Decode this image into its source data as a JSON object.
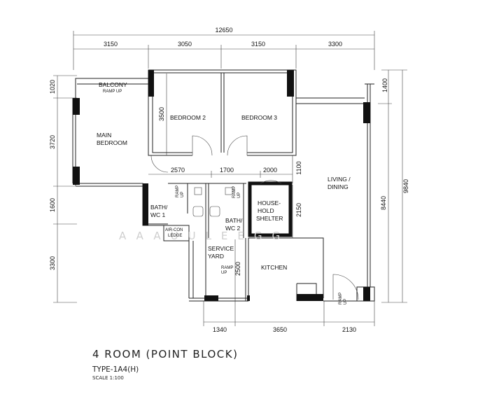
{
  "dimensions": {
    "overall_width": "12650",
    "top_segments": [
      "3150",
      "3050",
      "3150",
      "3300"
    ],
    "left_segments": [
      "1020",
      "3720",
      "1600",
      "3300"
    ],
    "right_outer": "9840",
    "right_inner": "8440",
    "right_top": "1400",
    "bottom_segments": [
      "1340",
      "3650",
      "2130"
    ],
    "bedroom2_height": "3500",
    "corridor_a": "2570",
    "corridor_b": "1700",
    "corridor_c": "2000",
    "corridor_d": "1100",
    "shelter_height": "2150",
    "kitchen_height": "2500"
  },
  "rooms": {
    "balcony": "BALCONY",
    "main_bedroom": [
      "MAIN",
      "BEDROOM"
    ],
    "bedroom2": "BEDROOM 2",
    "bedroom3": "BEDROOM 3",
    "living": [
      "LIVING /",
      "DINING"
    ],
    "bath1": [
      "BATH/",
      "WC 1"
    ],
    "bath2": [
      "BATH/",
      "WC 2"
    ],
    "shelter": [
      "HOUSE-",
      "HOLD",
      "SHELTER"
    ],
    "aircon": [
      "AIR-CON",
      "LEDGE"
    ],
    "service": [
      "SERVICE",
      "YARD"
    ],
    "kitchen": "KITCHEN"
  },
  "ramps": {
    "balcony": "RAMP UP",
    "bath1": [
      "RAMP",
      "UP"
    ],
    "bath2": [
      "RAMP",
      "UP"
    ],
    "service": [
      "RAMP",
      "UP"
    ],
    "entrance": [
      "RAMP",
      "UP"
    ]
  },
  "watermark": "AAAUULEEGG",
  "title": {
    "name": "4 ROOM (POINT BLOCK)",
    "type": "TYPE-1A4(H)",
    "scale": "SCALE 1:100"
  }
}
